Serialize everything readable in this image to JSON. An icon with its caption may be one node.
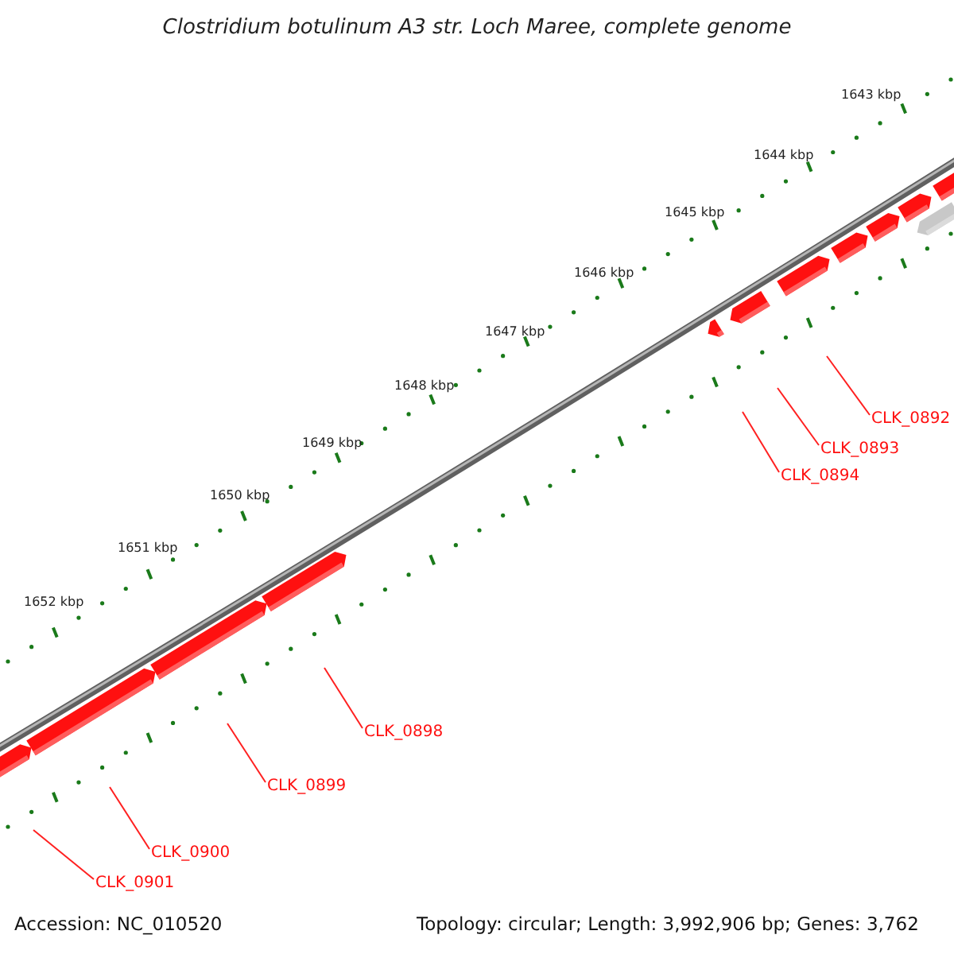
{
  "diagram": {
    "title": "Clostridium botulinum A3 str. Loch Maree, complete genome",
    "nodes": [
      {
        "text": [
          "CLK_0892"
        ]
      },
      {
        "text": [
          "CLK_0893"
        ]
      },
      {
        "text": [
          "CLK_0894"
        ]
      },
      {
        "text": [
          "CLK_0898"
        ]
      },
      {
        "text": [
          "CLK_0899"
        ]
      },
      {
        "text": [
          "CLK_0900"
        ]
      },
      {
        "text": [
          "CLK_0901"
        ]
      }
    ],
    "edges": [
      {
        "from": 0,
        "to": null,
        "arrow": "none"
      },
      {
        "from": 1,
        "to": null,
        "arrow": "none"
      },
      {
        "from": 2,
        "to": null,
        "arrow": "none"
      },
      {
        "from": 3,
        "to": null,
        "arrow": "none"
      },
      {
        "from": 4,
        "to": null,
        "arrow": "none"
      },
      {
        "from": 5,
        "to": null,
        "arrow": "none"
      },
      {
        "from": 6,
        "to": null,
        "arrow": "none"
      }
    ],
    "labels": [
      "1643 kbp",
      "1644 kbp",
      "1645 kbp",
      "1646 kbp",
      "1647 kbp",
      "1648 kbp",
      "1649 kbp",
      "1650 kbp",
      "1651 kbp",
      "1652 kbp",
      "Accession: NC_010520",
      "Topology: circular; Length: 3,992,906 bp; Genes: 3,762"
    ]
  }
}
